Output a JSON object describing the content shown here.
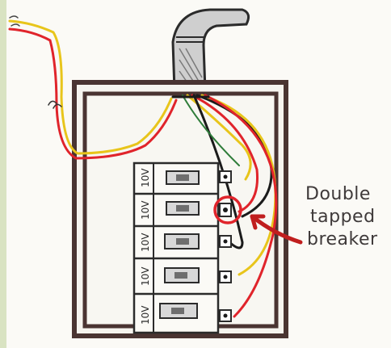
{
  "diagram": {
    "callout": {
      "line1": "Double",
      "line2": "tapped",
      "line3": "breaker"
    },
    "breakers": [
      {
        "rating": "10V"
      },
      {
        "rating": "10V"
      },
      {
        "rating": "10V"
      },
      {
        "rating": "10V"
      },
      {
        "rating": "10V"
      }
    ],
    "colors": {
      "background_border": "#d9e3c2",
      "panel_frame": "#4a3432",
      "wire_red": "#e0242b",
      "wire_yellow": "#e8c51b",
      "wire_black": "#1b1b1b",
      "highlight_circle": "#e0242b",
      "arrow": "#c01e1e"
    }
  }
}
